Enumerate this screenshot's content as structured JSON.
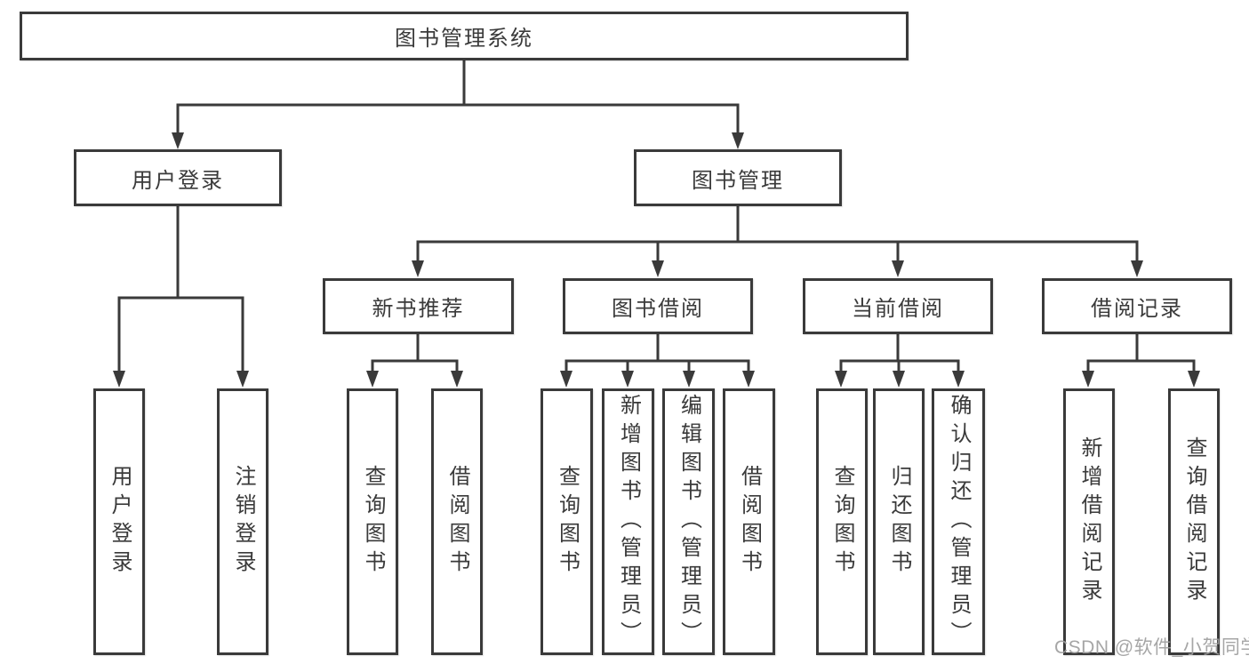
{
  "diagram": {
    "root": {
      "label": "图书管理系统"
    },
    "branches": [
      {
        "label": "用户登录",
        "children": [
          {
            "label": "用户登录"
          },
          {
            "label": "注销登录"
          }
        ]
      },
      {
        "label": "图书管理",
        "children": [
          {
            "label": "新书推荐",
            "children": [
              {
                "label": "查询图书"
              },
              {
                "label": "借阅图书"
              }
            ]
          },
          {
            "label": "图书借阅",
            "children": [
              {
                "label": "查询图书"
              },
              {
                "label": "新增图书（管理员）"
              },
              {
                "label": "编辑图书（管理员）"
              },
              {
                "label": "借阅图书"
              }
            ]
          },
          {
            "label": "当前借阅",
            "children": [
              {
                "label": "查询图书"
              },
              {
                "label": "归还图书"
              },
              {
                "label": "确认归还（管理员）"
              }
            ]
          },
          {
            "label": "借阅记录",
            "children": [
              {
                "label": "新增借阅记录"
              },
              {
                "label": "查询借阅记录"
              }
            ]
          }
        ]
      }
    ]
  },
  "watermark": {
    "text": "CSDN @软件_小贺同学"
  },
  "colors": {
    "line": "#3a3a3a",
    "text": "#3a3a3a",
    "box_background": "#ffffff",
    "page_background": "#ffffff",
    "watermark": "#9e9e9e"
  }
}
